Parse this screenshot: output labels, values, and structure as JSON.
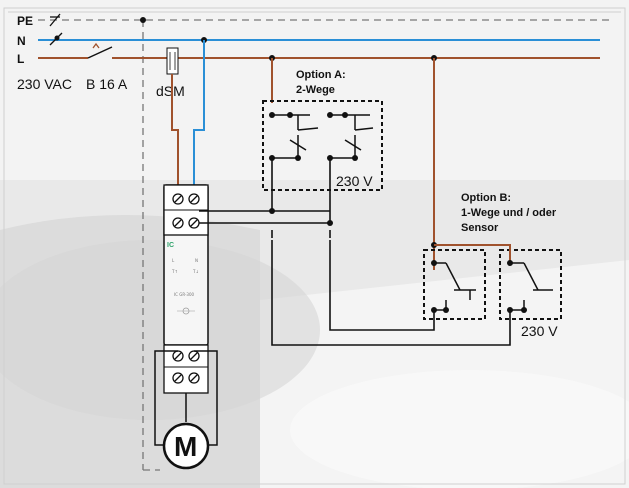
{
  "labels": {
    "pe": "PE",
    "n": "N",
    "l": "L",
    "supply": "230 VAC",
    "breaker": "B 16 A",
    "dsm": "dSM",
    "option_a_title": "Option A:",
    "option_a_sub": "2-Wege",
    "option_a_voltage": "230 V",
    "option_b_title": "Option B:",
    "option_b_sub1": "1-Wege und / oder",
    "option_b_sub2": "Sensor",
    "option_b_voltage": "230 V",
    "motor": "M",
    "device_brand": "IC",
    "device_model": "IC GR-300"
  },
  "colors": {
    "pe": "#888888",
    "neutral": "#2a8fd6",
    "live": "#a0522d",
    "switch_wire": "#111111",
    "background": "#ececec"
  }
}
